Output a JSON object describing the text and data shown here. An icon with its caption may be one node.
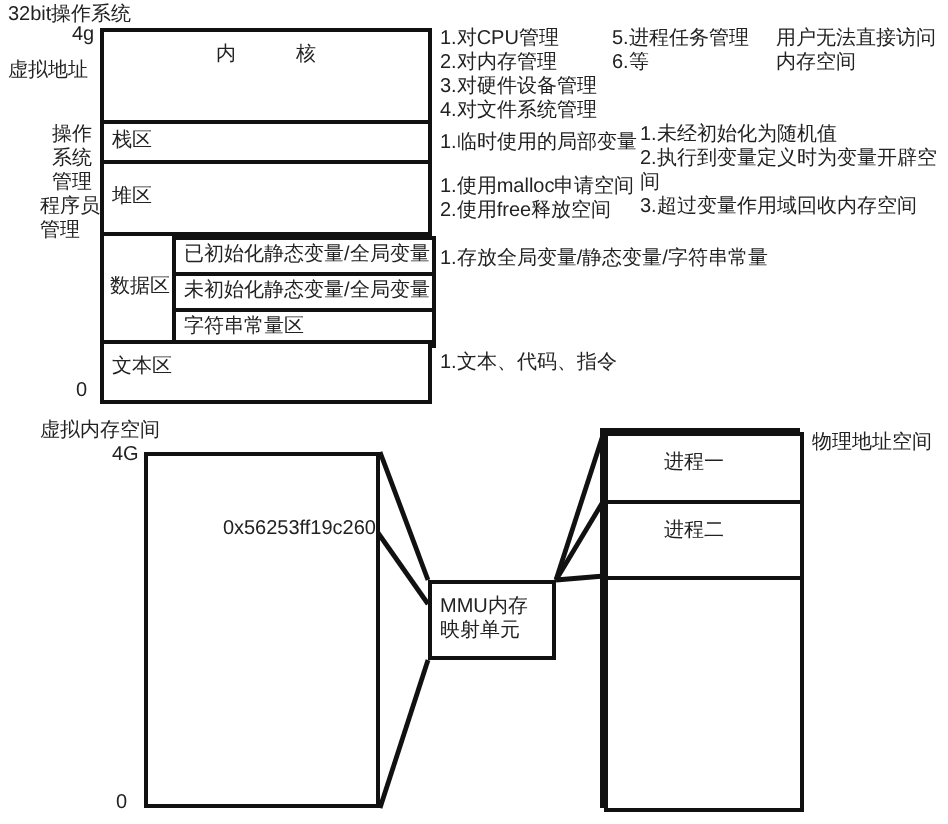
{
  "diagram": {
    "nodes": [
      {
        "text": [
          "内核"
        ]
      },
      {
        "text": [
          "栈区"
        ]
      },
      {
        "text": [
          "堆区"
        ]
      },
      {
        "text": [
          "数据区"
        ]
      },
      {
        "text": [
          "已初始化静态变量/全局变量"
        ],
        "in": 3
      },
      {
        "text": [
          "未初始化静态变量/全局变量"
        ],
        "in": 3
      },
      {
        "text": [
          "字符串常量区"
        ],
        "in": 3
      },
      {
        "text": [
          "文本区"
        ]
      },
      {
        "text": [],
        "shape": "box"
      },
      {
        "text": [
          "0x56253ff19c260"
        ],
        "in": 8
      },
      {
        "text": [
          "MMU内存映射单元"
        ]
      },
      {
        "text": [],
        "shape": "box"
      },
      {
        "text": [
          "进程一"
        ],
        "in": 11
      },
      {
        "text": [
          "进程二"
        ],
        "in": 11
      },
      {
        "text": [],
        "shape": "box",
        "in": 11
      }
    ],
    "edges": [
      {
        "from": 8,
        "to": 10,
        "arrow": "none"
      },
      {
        "from": 8,
        "to": 10,
        "arrow": "none"
      },
      {
        "from": 9,
        "to": 10,
        "arrow": "none"
      },
      {
        "from": 10,
        "to": 12,
        "arrow": "none"
      },
      {
        "from": 10,
        "to": 13,
        "arrow": "none"
      },
      {
        "from": 10,
        "to": 14,
        "arrow": "none"
      }
    ],
    "labels": [
      "32bit操作系统",
      "虚拟地址",
      "4g",
      "操作系统管理",
      "程序员管理",
      "1.对CPU管理",
      "2.对内存管理",
      "3.对硬件设备管理",
      "4.对文件系统管理",
      "5.进程任务管理",
      "6.等",
      "用户无法直接访问内存空间",
      "1.临时使用的局部变量",
      "1.未经初始化为随机值",
      "2.执行到变量定义时为变量开辟空间",
      "3.超过变量作用域回收内存空间",
      "1.使用malloc申请空间",
      "2.使用free释放空间",
      "1.存放全局变量/静态变量/字符串常量",
      "1.文本、代码、指令",
      "0",
      "虚拟内存空间",
      "4G",
      "0",
      "物理地址空间"
    ]
  }
}
